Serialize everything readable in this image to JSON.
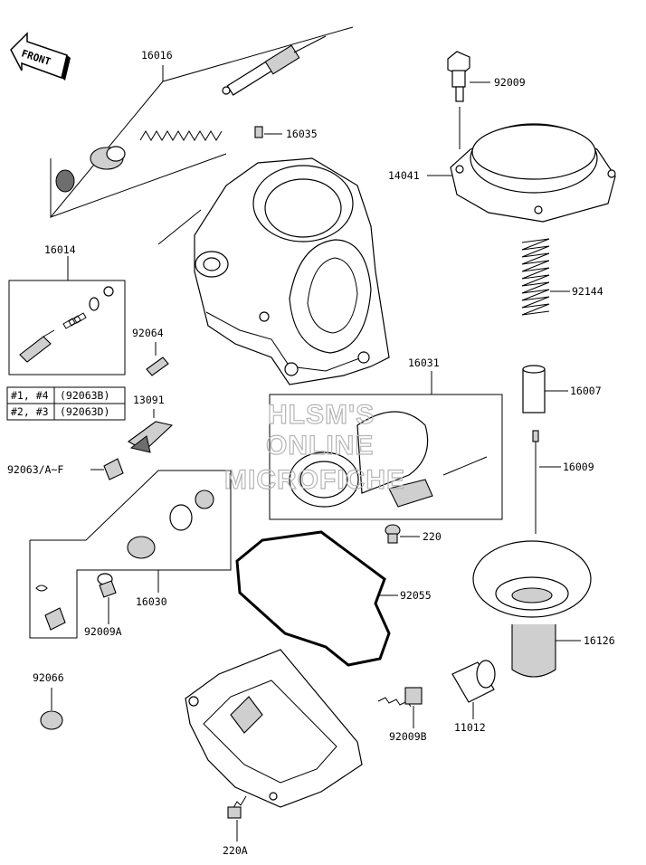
{
  "front_arrow": {
    "label": "FRONT"
  },
  "watermark": {
    "lines": [
      "HLSM'S",
      "ONLINE",
      "MICROFICHE"
    ]
  },
  "parts": {
    "p16016": "16016",
    "p16035": "16035",
    "p92009": "92009",
    "p14041": "14041",
    "p16014": "16014",
    "p92144": "92144",
    "p92064": "92064",
    "p16031": "16031",
    "p16007": "16007",
    "p13091": "13091",
    "p16009": "16009",
    "p92063": "92063/A~F",
    "p220": "220",
    "p92055": "92055",
    "p16030": "16030",
    "p92009A": "92009A",
    "p16126": "16126",
    "p92066": "92066",
    "p92009B": "92009B",
    "p11012": "11012",
    "p220A": "220A"
  },
  "variant_table": {
    "rows": [
      {
        "cyl": "#1, #4",
        "part": "(92063B)"
      },
      {
        "cyl": "#2, #3",
        "part": "(92063D)"
      }
    ]
  }
}
